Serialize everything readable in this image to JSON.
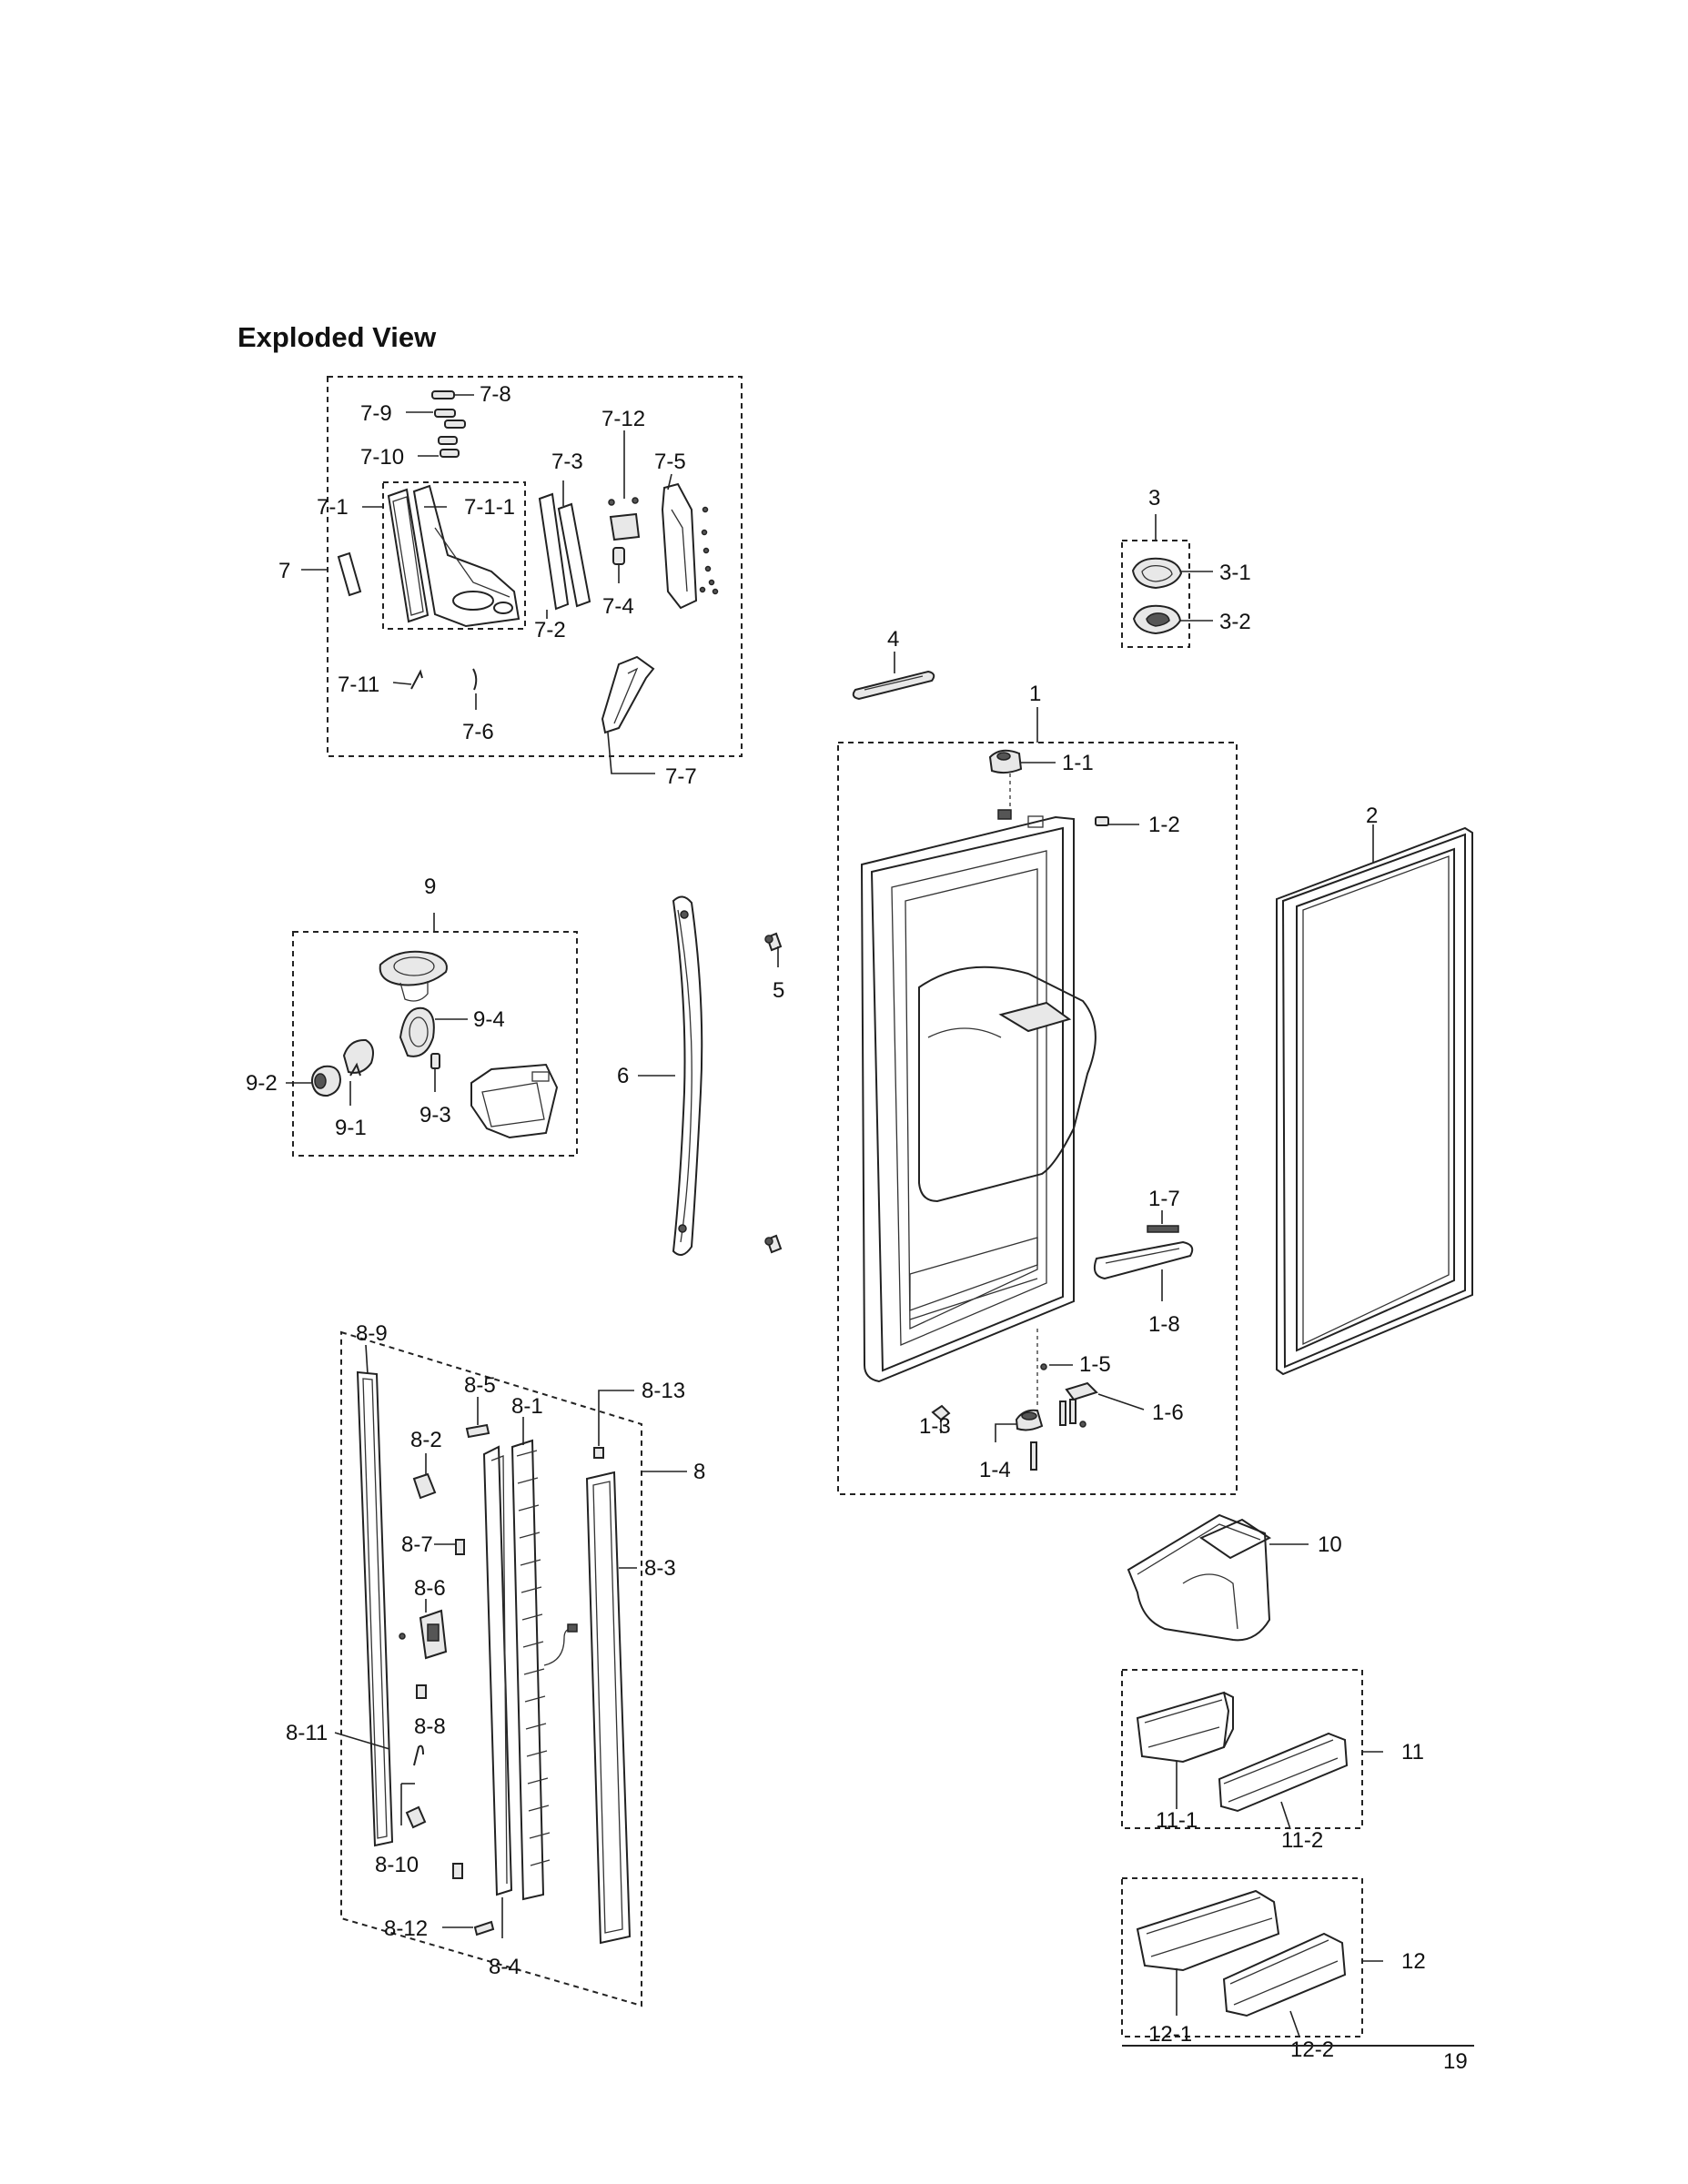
{
  "heading": "Exploded View",
  "page_number": "19",
  "callouts": {
    "c7_8": "7-8",
    "c7_9": "7-9",
    "c7_10": "7-10",
    "c7_12": "7-12",
    "c7_3": "7-3",
    "c7_5": "7-5",
    "c7_1": "7-1",
    "c7_1_1": "7-1-1",
    "c7": "7",
    "c7_2": "7-2",
    "c7_4": "7-4",
    "c7_11": "7-11",
    "c7_6": "7-6",
    "c7_7": "7-7",
    "c3": "3",
    "c3_1": "3-1",
    "c3_2": "3-2",
    "c4": "4",
    "c1": "1",
    "c1_1": "1-1",
    "c1_2": "1-2",
    "c1_3": "1-3",
    "c1_4": "1-4",
    "c1_5": "1-5",
    "c1_6": "1-6",
    "c1_7": "1-7",
    "c1_8": "1-8",
    "c2": "2",
    "c5": "5",
    "c6": "6",
    "c9": "9",
    "c9_1": "9-1",
    "c9_2": "9-2",
    "c9_3": "9-3",
    "c9_4": "9-4",
    "c8": "8",
    "c8_1": "8-1",
    "c8_2": "8-2",
    "c8_3": "8-3",
    "c8_4": "8-4",
    "c8_5": "8-5",
    "c8_6": "8-6",
    "c8_7": "8-7",
    "c8_8": "8-8",
    "c8_9": "8-9",
    "c8_10": "8-10",
    "c8_11": "8-11",
    "c8_12": "8-12",
    "c8_13": "8-13",
    "c10": "10",
    "c11": "11",
    "c11_1": "11-1",
    "c11_2": "11-2",
    "c12": "12",
    "c12_1": "12-1",
    "c12_2": "12-2"
  }
}
